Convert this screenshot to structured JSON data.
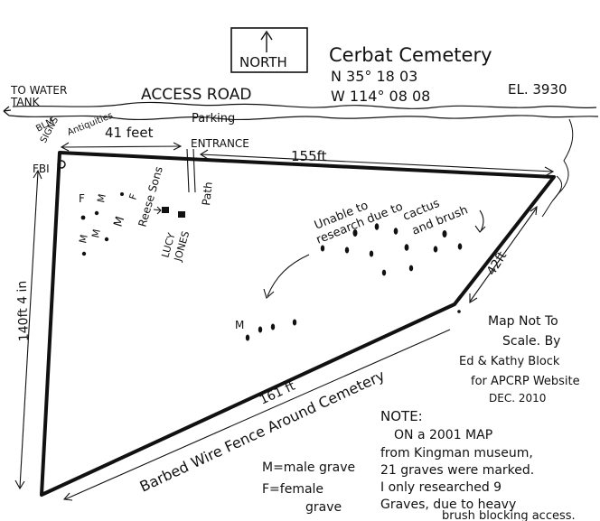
{
  "north_label": "NORTH",
  "title": "Cerbat Cemetery",
  "coord_n": "N 35° 18 03",
  "coord_w": "W 114° 08 08",
  "elevation": "EL. 3930",
  "to_water_line1": "TO WATER",
  "to_water_line2": "TANK",
  "access_road": "ACCESS ROAD",
  "parking": "Parking",
  "entrance": "ENTRANCE",
  "blm": "BLM",
  "signs": "SIGNS",
  "antiquities": "Antiquities",
  "fbi": "FBI",
  "dist_41": "41 feet",
  "dist_155": "155ft",
  "dist_140": "140ft 4 in",
  "dist_42": "42ft",
  "dist_161": "161 ft",
  "path": "Path",
  "reese_sons": "Reese Sons",
  "lucy_line1": "LUCY",
  "lucy_line2": "JONES",
  "unable_line1": "Unable to",
  "unable_line2": "research due to",
  "unable_line3": "cactus",
  "unable_line4": "and brush",
  "fence": "Barbed Wire Fence Around Cemetery",
  "credit_line1": "Map Not To",
  "credit_line2": "Scale. By",
  "credit_line3": "Ed & Kathy Block",
  "credit_line4": "for APCRP Website",
  "credit_line5": "DEC. 2010",
  "note_line1": "NOTE:",
  "note_line2": "ON a 2001 MAP",
  "note_line3": "from Kingman museum,",
  "note_line4": "21 graves were marked.",
  "note_line5": "I only researched 9",
  "note_line6": "Graves, due to heavy",
  "note_line7": "brush blocking access.",
  "legend_male": "M=male grave",
  "legend_female_line1": "F=female",
  "legend_female_line2": "grave",
  "mark_m": "M",
  "mark_f": "F"
}
